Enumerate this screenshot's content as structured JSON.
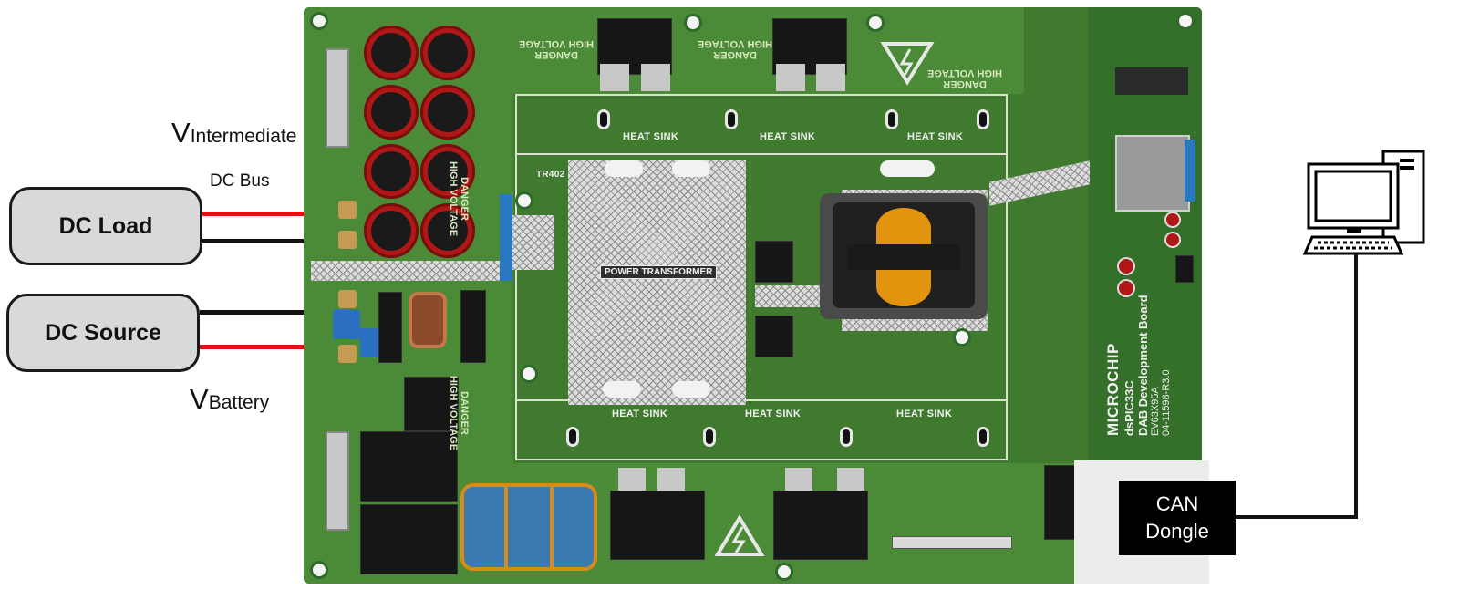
{
  "left_labels": {
    "v_intermediate_main": "V",
    "v_intermediate_sub": "Intermediate",
    "dc_bus": "DC Bus",
    "v_battery_main": "V",
    "v_battery_sub": "Battery"
  },
  "boxes": {
    "dc_load": "DC Load",
    "dc_source": "DC Source",
    "can_dongle_line1": "CAN",
    "can_dongle_line2": "Dongle"
  },
  "board": {
    "heat_sink_labels": [
      "HEAT SINK",
      "HEAT SINK",
      "HEAT SINK",
      "HEAT SINK",
      "HEAT SINK",
      "HEAT SINK"
    ],
    "transformer_ref": "TR402",
    "transformer_label": "POWER TRANSFORMER",
    "danger_line1": "DANGER",
    "danger_line2": "HIGH VOLTAGE",
    "brand": "MICROCHIP",
    "product_line1": "dsPIC33C",
    "product_line2": "DAB Development Board",
    "product_line3": "EV63X95A",
    "product_line4": "04-11598-R3.0"
  },
  "colors": {
    "positive_wire": "#e01010",
    "negative_wire": "#111111",
    "board_green": "#3f7a2e",
    "board_dark_green": "#2f5f22",
    "capacitor_red": "#b01818"
  },
  "icons": [
    "computer-icon",
    "high-voltage-warning-icon"
  ]
}
